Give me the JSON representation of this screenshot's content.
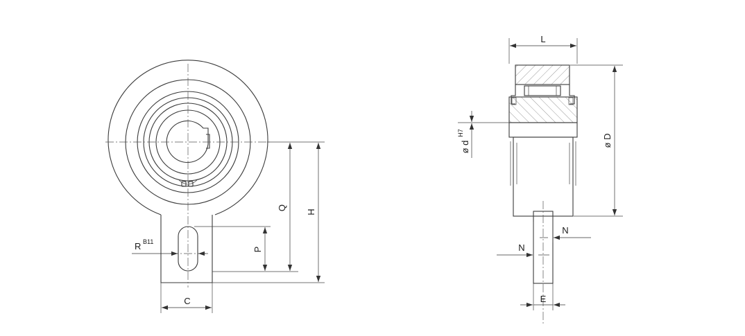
{
  "labels": {
    "C": "C",
    "Q": "Q",
    "H": "H",
    "P": "P",
    "R": "R",
    "R_sup": "B11",
    "L": "L",
    "D": "ø D",
    "d": "ø d",
    "d_sup": "H7",
    "N_upper": "N",
    "N_lower": "N",
    "E": "E"
  },
  "colors": {
    "line": "#3a3a3a",
    "background": "#ffffff"
  }
}
